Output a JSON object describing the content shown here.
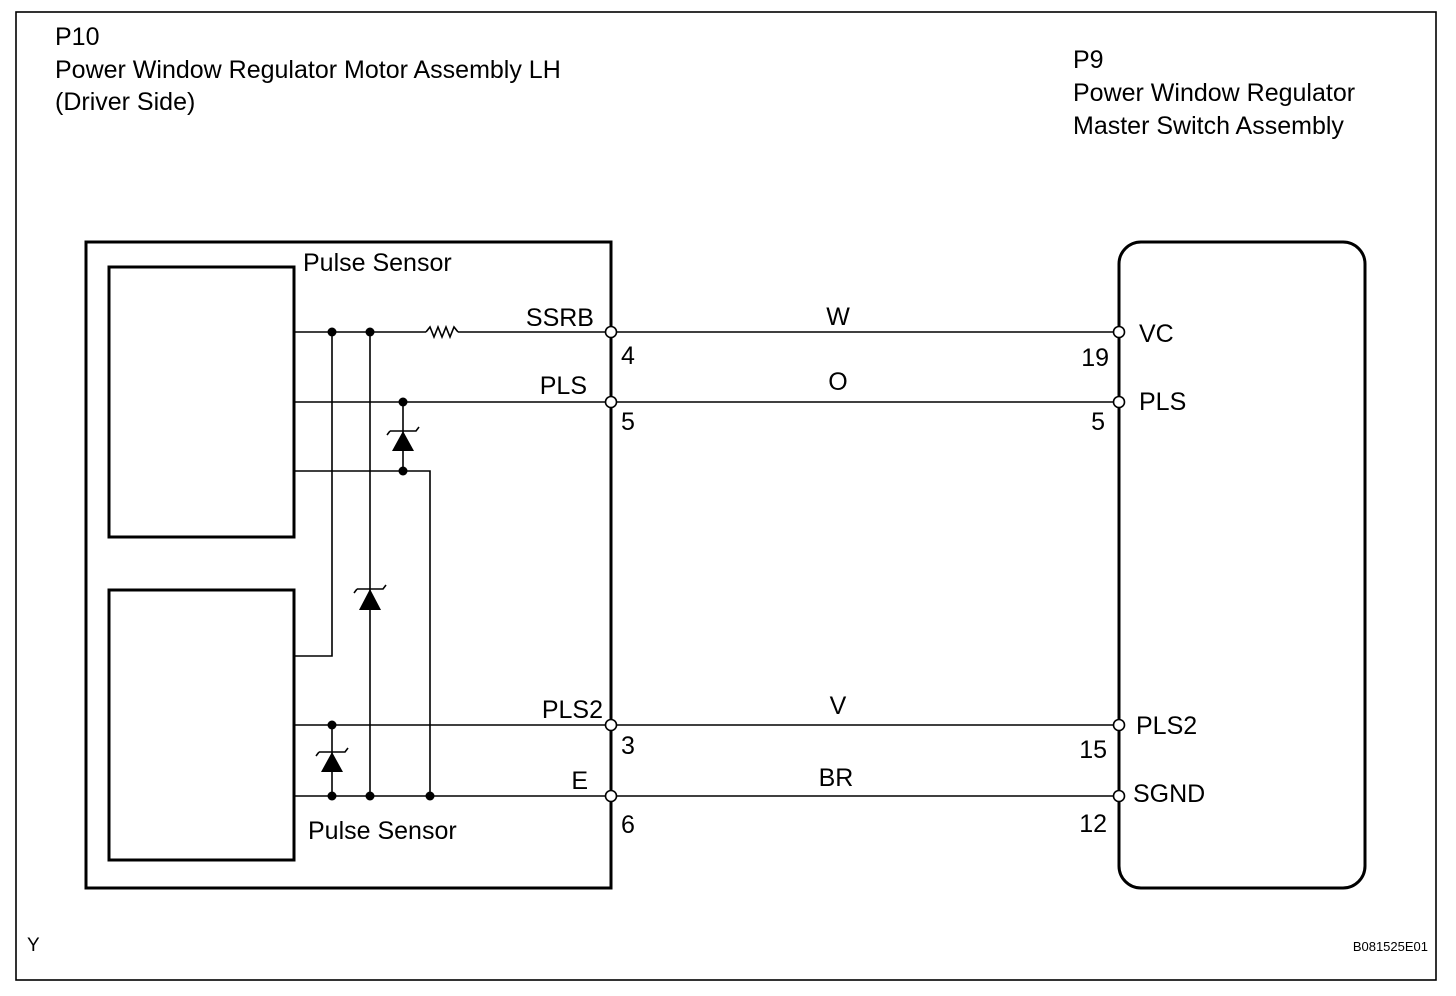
{
  "left_component": {
    "code": "P10",
    "name_line1": "Power Window Regulator Motor Assembly LH",
    "name_line2": "(Driver Side)",
    "pulse_sensor_top": "Pulse Sensor",
    "pulse_sensor_bottom": "Pulse Sensor",
    "pins": [
      {
        "label": "SSRB",
        "number": "4"
      },
      {
        "label": "PLS",
        "number": "5"
      },
      {
        "label": "PLS2",
        "number": "3"
      },
      {
        "label": "E",
        "number": "6"
      }
    ]
  },
  "right_component": {
    "code": "P9",
    "name_line1": "Power Window Regulator",
    "name_line2": "Master Switch Assembly",
    "pins": [
      {
        "label": "VC",
        "number": "19"
      },
      {
        "label": "PLS",
        "number": "5"
      },
      {
        "label": "PLS2",
        "number": "15"
      },
      {
        "label": "SGND",
        "number": "12"
      }
    ]
  },
  "wires": [
    {
      "color_code": "W"
    },
    {
      "color_code": "O"
    },
    {
      "color_code": "V"
    },
    {
      "color_code": "BR"
    }
  ],
  "corner_mark": "Y",
  "figure_code": "B081525E01"
}
